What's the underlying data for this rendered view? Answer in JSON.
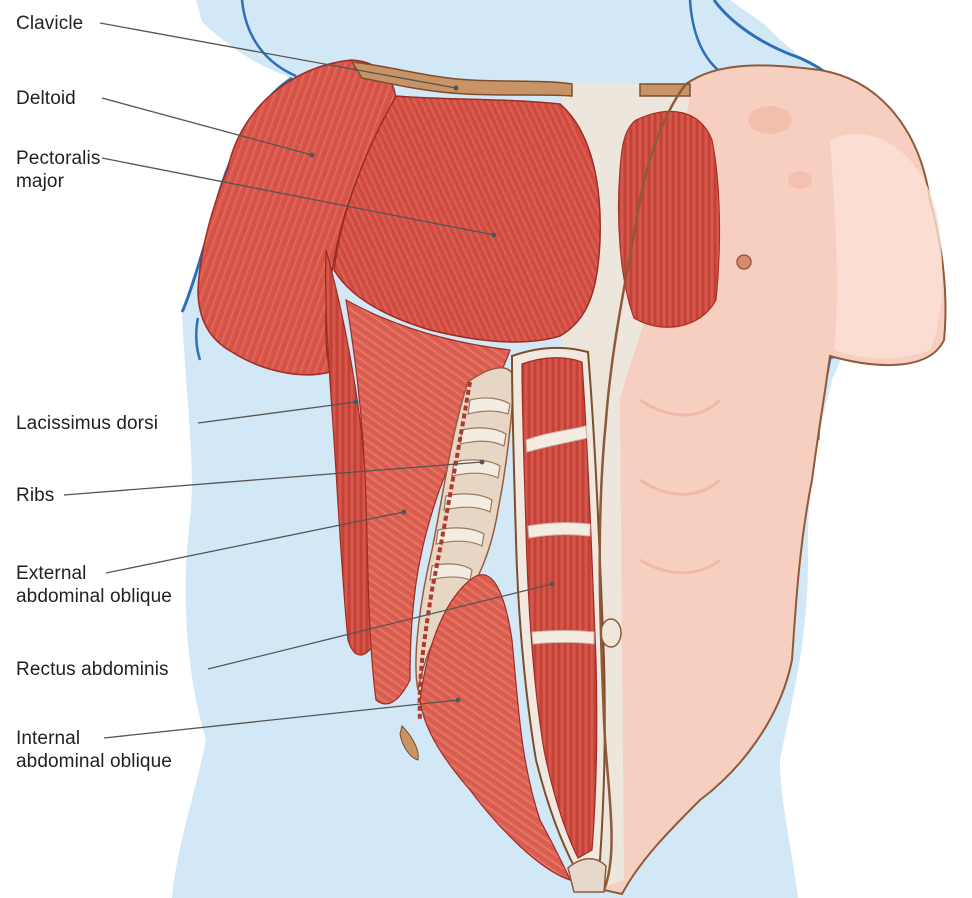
{
  "labels": {
    "clavicle": "Clavicle",
    "deltoid": "Deltoid",
    "pectoralis_line1": "Pectoralis",
    "pectoralis_line2": "major",
    "latissimus": "Lacissimus dorsi",
    "ribs": "Ribs",
    "external_line1": "External",
    "external_line2": "abdominal oblique",
    "rectus": "Rectus abdominis",
    "internal_line1": "Internal",
    "internal_line2": "abdominal oblique"
  },
  "colors": {
    "outline": "#2f6fb8",
    "silhouette": "#cfe6f5",
    "muscle": "#d9564a",
    "muscle_dark": "#b8362f",
    "muscle_light": "#ec8e7f",
    "tendon": "#ece6dc",
    "skin": "#f6cdbd",
    "skin_light": "#fbe0d4",
    "bone": "#c89466",
    "leader": "#555555"
  }
}
